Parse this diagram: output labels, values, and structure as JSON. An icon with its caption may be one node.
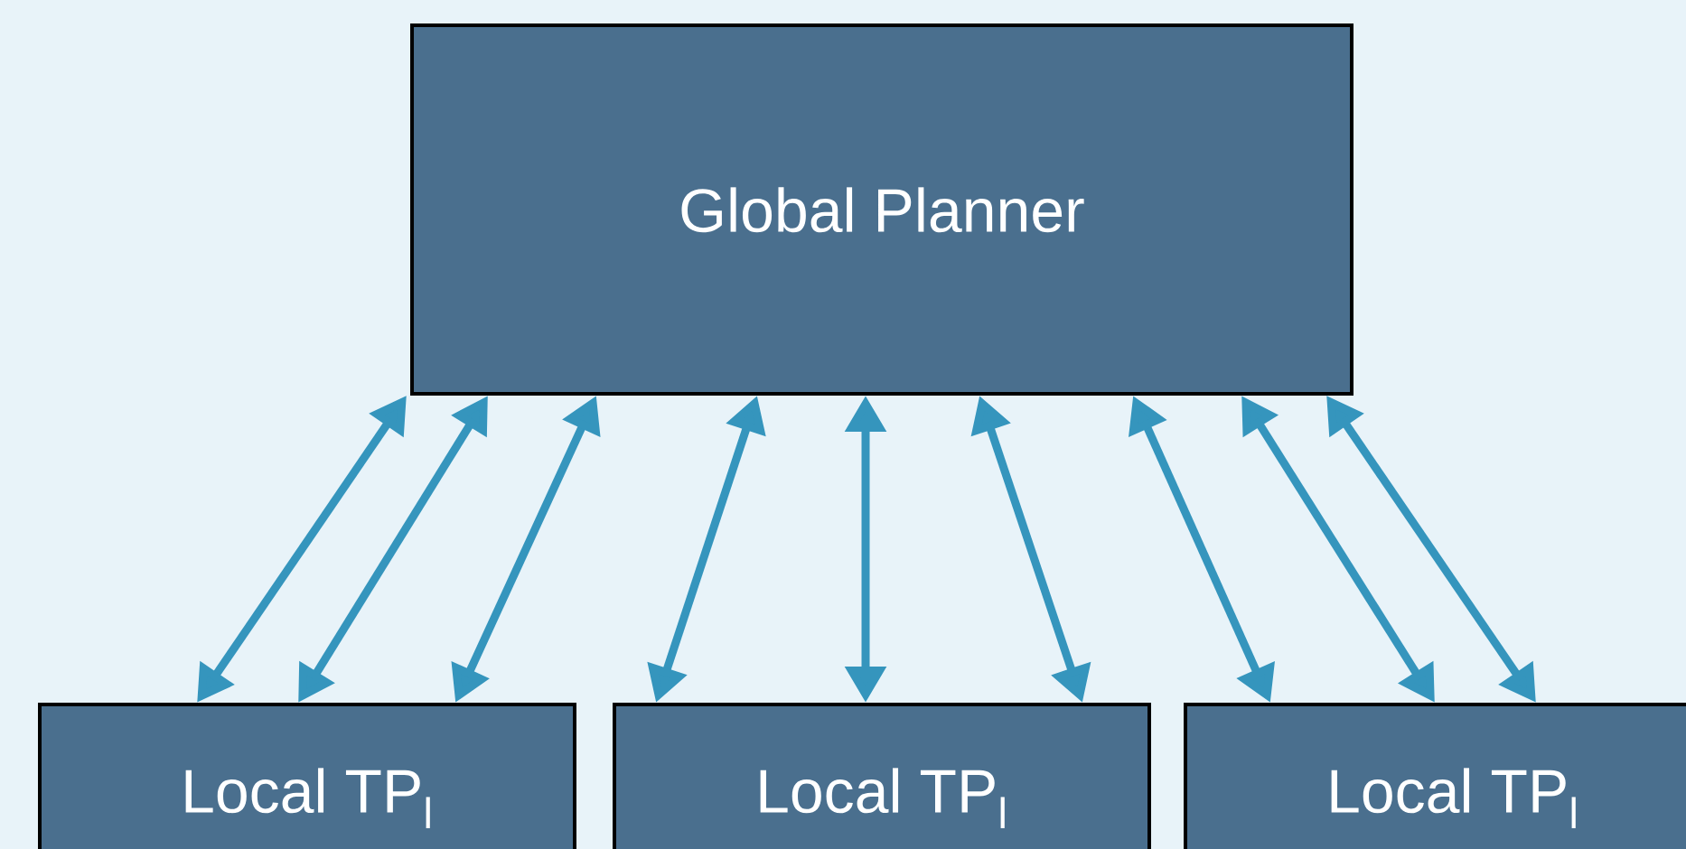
{
  "diagram": {
    "nodes": [
      {
        "text": [
          "Global Planner"
        ]
      },
      {
        "text": [
          "Local TP$_{l}$"
        ]
      },
      {
        "text": [
          "Local TP$_{l}$"
        ]
      },
      {
        "text": [
          "Local TP$_{l}$"
        ]
      }
    ],
    "edges": [
      {
        "from": 0,
        "to": 1,
        "arrow": "both"
      },
      {
        "from": 0,
        "to": 1,
        "arrow": "both"
      },
      {
        "from": 0,
        "to": 1,
        "arrow": "both"
      },
      {
        "from": 0,
        "to": 2,
        "arrow": "both"
      },
      {
        "from": 0,
        "to": 2,
        "arrow": "both"
      },
      {
        "from": 0,
        "to": 2,
        "arrow": "both"
      },
      {
        "from": 0,
        "to": 3,
        "arrow": "both"
      },
      {
        "from": 0,
        "to": 3,
        "arrow": "both"
      },
      {
        "from": 0,
        "to": 3,
        "arrow": "both"
      }
    ]
  }
}
